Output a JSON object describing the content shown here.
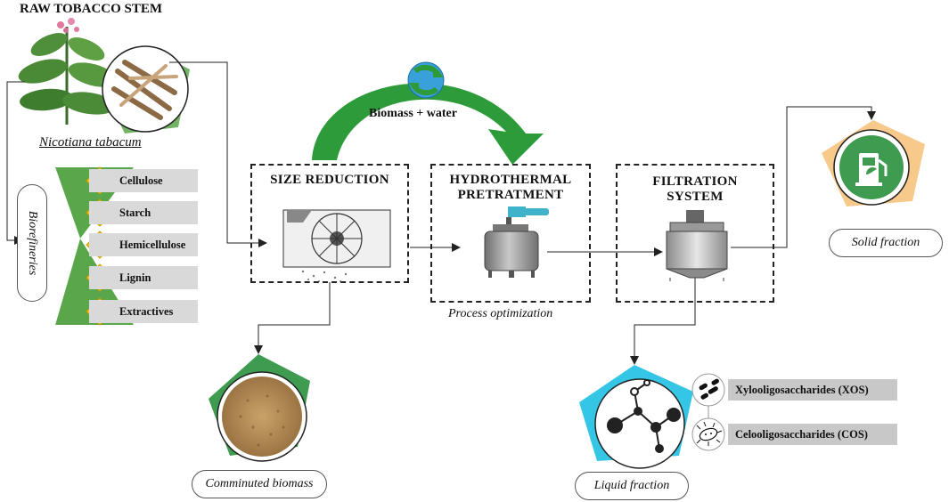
{
  "source": {
    "title": "RAW TOBACCO STEM",
    "species": "Nicotiana tabacum"
  },
  "biorefineries": {
    "label": "Biorefineries",
    "components": [
      "Cellulose",
      "Starch",
      "Hemicellulose",
      "Lignin",
      "Extractives"
    ]
  },
  "flow": {
    "input_label": "Biomass + water"
  },
  "stages": {
    "size_reduction": {
      "title": "SIZE REDUCTION"
    },
    "hydrothermal": {
      "line1": "HYDROTHERMAL",
      "line2": "PRETRATMENT",
      "caption": "Process optimization"
    },
    "filtration": {
      "line1": "FILTRATION",
      "line2": "SYSTEM"
    }
  },
  "outputs": {
    "solid": "Solid fraction",
    "comminuted": "Comminuted biomass",
    "liquid": "Liquid fraction",
    "oligosaccharides": [
      "Xylooligosaccharides (XOS)",
      "Celooligosaccharides (COS)"
    ]
  },
  "colors": {
    "green": "#5aa64a",
    "dark_green": "#2e7d32",
    "yellow": "#f5c518",
    "cyan": "#35c6e6",
    "peach": "#f7c98a",
    "gray_bar": "#d9d9d9"
  }
}
